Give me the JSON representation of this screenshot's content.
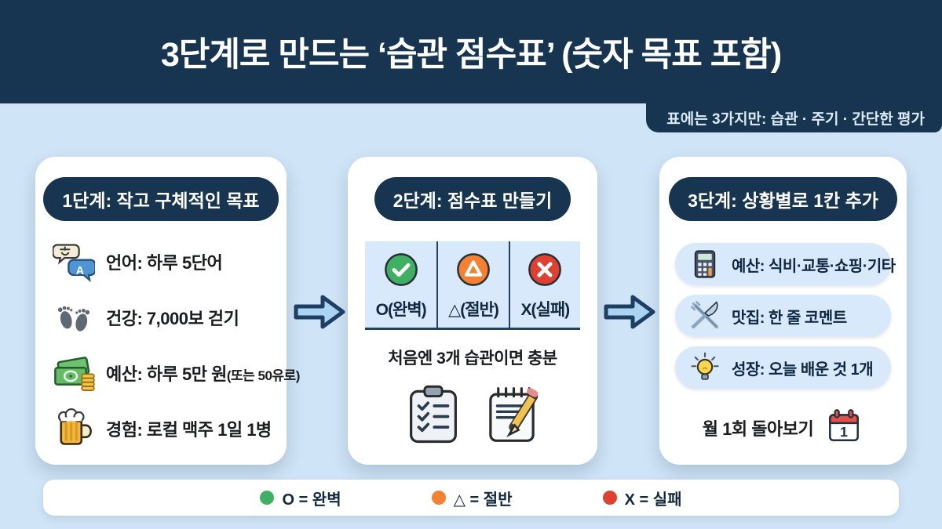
{
  "header": {
    "title": "3단계로 만드는 ‘습관 점수표’ (숫자 목표 포함)",
    "badge": "표에는 3가지만: 습관 · 주기 · 간단한 평가"
  },
  "cards": [
    {
      "title": "1단계: 작고 구체적인 목표",
      "items": [
        {
          "icon": "translate-icon",
          "label": "언어: 하루 5단어"
        },
        {
          "icon": "footprints-icon",
          "label": "건강: 7,000보 걷기"
        },
        {
          "icon": "money-icon",
          "label": "예산: 하루 5만 원",
          "label_suffix": "(또는 50유로)"
        },
        {
          "icon": "beer-icon",
          "label": "경험: 로컬 맥주 1일 1병"
        }
      ]
    },
    {
      "title": "2단계: 점수표 만들기",
      "table": [
        {
          "icon": "check-circle-icon",
          "label": "O(완벽)",
          "color": "#3fb061"
        },
        {
          "icon": "triangle-circle-icon",
          "label": "△(절반)",
          "color": "#f5802f"
        },
        {
          "icon": "x-circle-icon",
          "label": "X(실패)",
          "color": "#e04030"
        }
      ],
      "note": "처음엔 3개 습관이면 충분",
      "bottom_icons": [
        "clipboard-icon",
        "notes-pencil-icon"
      ]
    },
    {
      "title": "3단계: 상황별로 1칸 추가",
      "items": [
        {
          "icon": "calculator-icon",
          "label": "예산: 식비·교통·쇼핑·기타"
        },
        {
          "icon": "cutlery-icon",
          "label": "맛집: 한 줄 코멘트"
        },
        {
          "icon": "lightbulb-icon",
          "label": "성장: 오늘 배운 것 1개"
        }
      ],
      "footer": "월 1회 돌아보기",
      "calendar_day": "1"
    }
  ],
  "legend": [
    {
      "dot_color": "#3fb061",
      "label": "O = 완벽"
    },
    {
      "dot_color": "#f5802f",
      "label": "△ = 절반"
    },
    {
      "dot_color": "#e04030",
      "label": "X = 실패"
    }
  ],
  "colors": {
    "navy": "#173450",
    "background": "#cfe4f6",
    "table_bg": "#d7e9fb",
    "arrow_fill": "#abd4f2"
  }
}
